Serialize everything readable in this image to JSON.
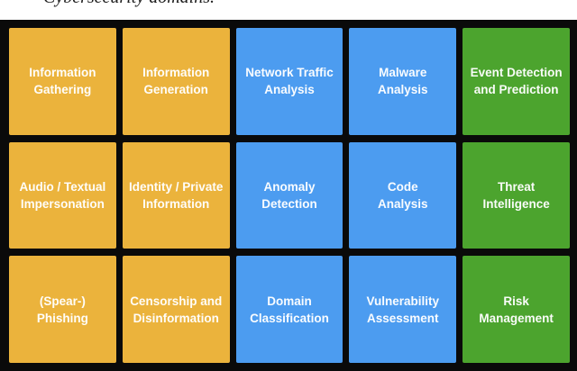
{
  "caption": {
    "text": "Cybersecurity domains."
  },
  "palette": {
    "offensive_yellow": "#EBB33C",
    "analysis_blue": "#4C9CF0",
    "strategic_green": "#4CA42E",
    "board_background": "#0A0A0A",
    "cell_text": "#FFFFFF",
    "page_background": "#FFFFFF"
  },
  "grid": {
    "rows": [
      {
        "cells": [
          {
            "label": "Information\nGathering",
            "color": "#EBB33C"
          },
          {
            "label": "Information\nGeneration",
            "color": "#EBB33C"
          },
          {
            "label": "Network Traffic\nAnalysis",
            "color": "#4C9CF0"
          },
          {
            "label": "Malware\nAnalysis",
            "color": "#4C9CF0"
          },
          {
            "label": "Event Detection\nand Prediction",
            "color": "#4CA42E"
          }
        ]
      },
      {
        "cells": [
          {
            "label": "Audio / Textual\nImpersonation",
            "color": "#EBB33C"
          },
          {
            "label": "Identity / Private\nInformation",
            "color": "#EBB33C"
          },
          {
            "label": "Anomaly\nDetection",
            "color": "#4C9CF0"
          },
          {
            "label": "Code\nAnalysis",
            "color": "#4C9CF0"
          },
          {
            "label": "Threat\nIntelligence",
            "color": "#4CA42E"
          }
        ]
      },
      {
        "cells": [
          {
            "label": "(Spear-)\nPhishing",
            "color": "#EBB33C"
          },
          {
            "label": "Censorship and\nDisinformation",
            "color": "#EBB33C"
          },
          {
            "label": "Domain\nClassification",
            "color": "#4C9CF0"
          },
          {
            "label": "Vulnerability\nAssessment",
            "color": "#4C9CF0"
          },
          {
            "label": "Risk\nManagement",
            "color": "#4CA42E"
          }
        ]
      }
    ]
  }
}
